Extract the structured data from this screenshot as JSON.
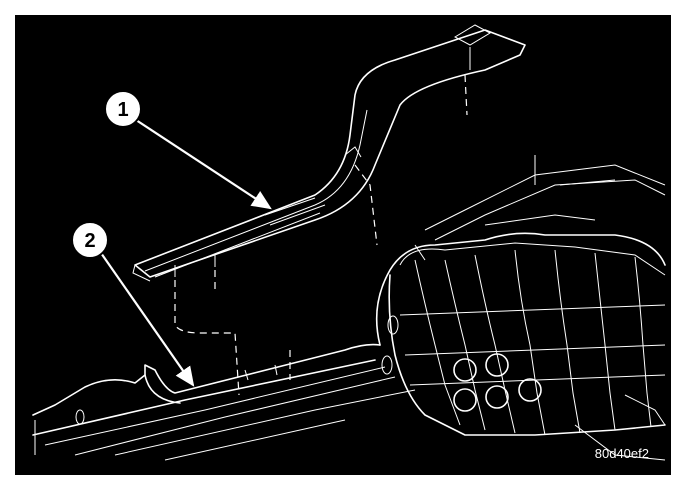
{
  "diagram": {
    "callouts": [
      {
        "label": "1"
      },
      {
        "label": "2"
      }
    ],
    "figure_id": "80d40ef2"
  },
  "colors": {
    "background": "#000000",
    "lines": "#ffffff",
    "border": "#ffffff"
  }
}
